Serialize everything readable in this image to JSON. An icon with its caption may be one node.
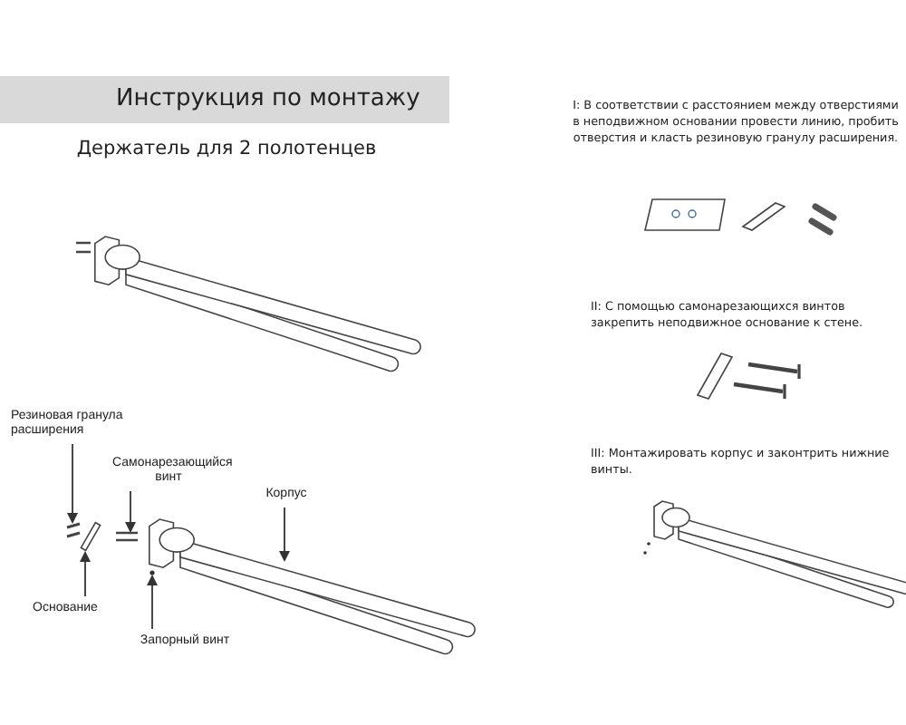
{
  "diagram": {
    "title": "Инструкция по монтажу",
    "nodes": [
      {
        "text": [
          "Резиновая гранула расширения"
        ]
      },
      {
        "text": [
          "Самонарезающийся винт"
        ]
      },
      {
        "text": [
          "Корпус"
        ]
      },
      {
        "text": [
          "Основание"
        ]
      },
      {
        "text": [
          "Запорный винт"
        ]
      },
      {
        "text": [],
        "shape": "picture"
      },
      {
        "text": [],
        "shape": "box"
      },
      {
        "text": [],
        "shape": "picture"
      },
      {
        "text": [],
        "shape": "circle"
      },
      {
        "text": [],
        "shape": "picture"
      }
    ],
    "edges": [
      {
        "from": 0,
        "to": 5,
        "arrow": "to"
      },
      {
        "from": 1,
        "to": 7,
        "arrow": "to"
      },
      {
        "from": 2,
        "to": 9,
        "arrow": "to"
      },
      {
        "from": 3,
        "to": 6,
        "arrow": "to"
      },
      {
        "from": 4,
        "to": 8,
        "arrow": "to"
      }
    ],
    "labels": [
      "Держатель для 2 полотенцев",
      "I: В соответствии с расстоянием между отверстиями в неподвижном основании провести линию, пробить отверстия и класть резиновую гранулу расширения.",
      "II: С помощью самонарезающихся винтов закрепить неподвижное основание к стене.",
      "III: Монтажировать корпус и законтрить нижние винты."
    ]
  }
}
